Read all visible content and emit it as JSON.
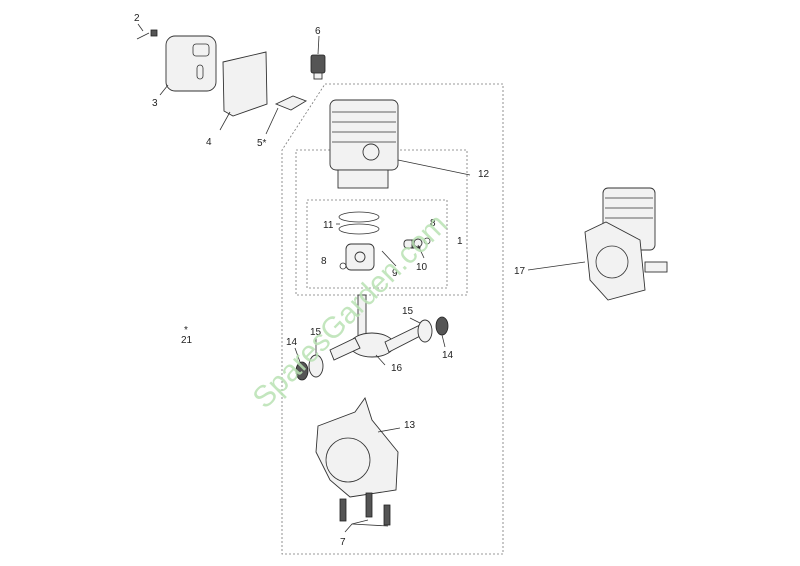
{
  "labels": {
    "l1": "1",
    "l2": "2",
    "l3": "3",
    "l4": "4",
    "l5": "5*",
    "l6": "6",
    "l7": "7",
    "l8a": "8",
    "l8b": "8",
    "l9": "9",
    "l10": "10",
    "l11": "11",
    "l12": "12",
    "l13": "13",
    "l14a": "14",
    "l14b": "14",
    "l15a": "15",
    "l15b": "15",
    "l16": "16",
    "l17": "17",
    "l21": "*\n21"
  },
  "watermark": "SparesGarden.com",
  "colors": {
    "watermark": "#b9e2b3",
    "line": "#333333",
    "frame": "#777777"
  }
}
